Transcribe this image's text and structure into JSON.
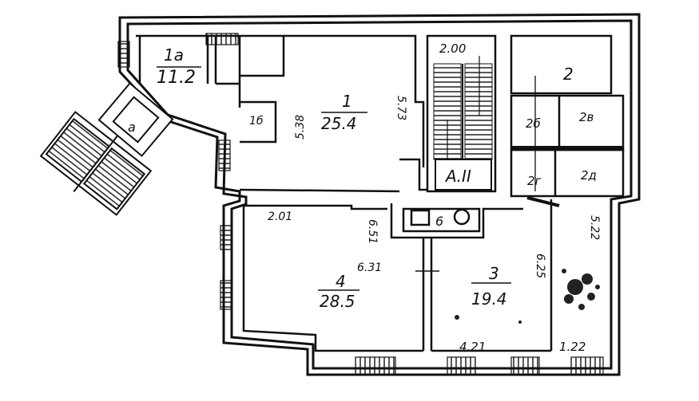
{
  "plan": {
    "rooms": {
      "r1a": {
        "number": "1a",
        "area": "11.2"
      },
      "r1": {
        "number": "1",
        "area": "25.4"
      },
      "r4": {
        "number": "4",
        "area": "28.5"
      },
      "r3": {
        "number": "3",
        "area": "19.4"
      },
      "r2": {
        "number": "2"
      },
      "r2b": {
        "number": "2б"
      },
      "r2v": {
        "number": "2в"
      },
      "r2g": {
        "number": "2г"
      },
      "r2d": {
        "number": "2д"
      },
      "r1b": {
        "number": "1б"
      },
      "r6": {
        "number": "6"
      },
      "stair_a": {
        "number": "А.II"
      },
      "porch_a": {
        "number": "а"
      }
    },
    "dimensions": {
      "stair_width": "2.00",
      "r1_left": "5.38",
      "r1_right": "5.73",
      "r4_top": "2.01",
      "r4_right": "6.51",
      "r4_mid": "6.31",
      "r3_right": "6.25",
      "r3_bottom": "4.21",
      "right_strip": "5.22",
      "bottom_right": "1.22"
    }
  }
}
